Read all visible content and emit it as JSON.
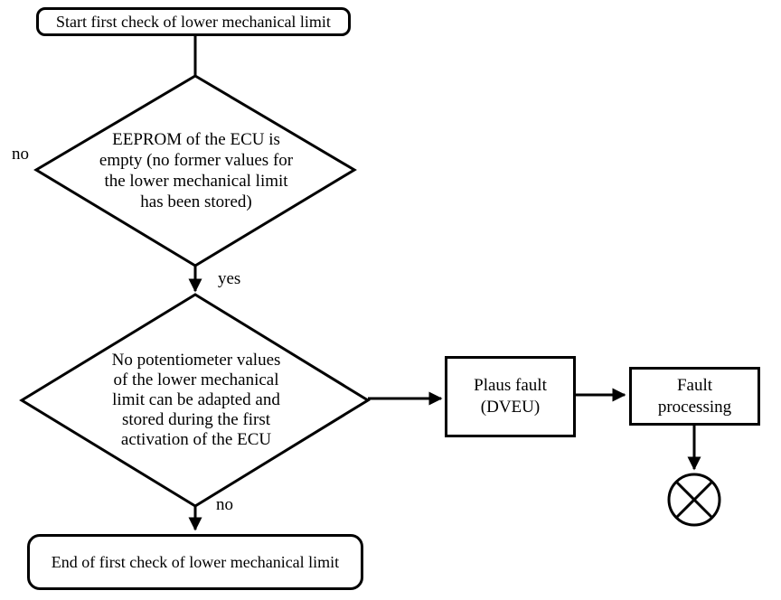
{
  "flowchart": {
    "start": {
      "label": "Start first check of lower mechanical limit"
    },
    "decision1": {
      "label": "EEPROM of the ECU is\nempty (no former values for\nthe lower mechanical limit\nhas been stored)",
      "no_label": "no",
      "yes_label": "yes"
    },
    "decision2": {
      "label": "No potentiometer values\nof the lower mechanical\nlimit can be adapted and\nstored during the first\nactivation of the ECU",
      "no_label": "no"
    },
    "plaus_fault": {
      "label": "Plaus fault\n(DVEU)"
    },
    "fault_processing": {
      "label": "Fault\nprocessing"
    },
    "end": {
      "label": "End of first check of lower mechanical limit"
    },
    "indicator": {
      "name": "crossed-circle-lamp-symbol"
    },
    "colors": {
      "line": "#000000",
      "background": "#ffffff"
    }
  }
}
